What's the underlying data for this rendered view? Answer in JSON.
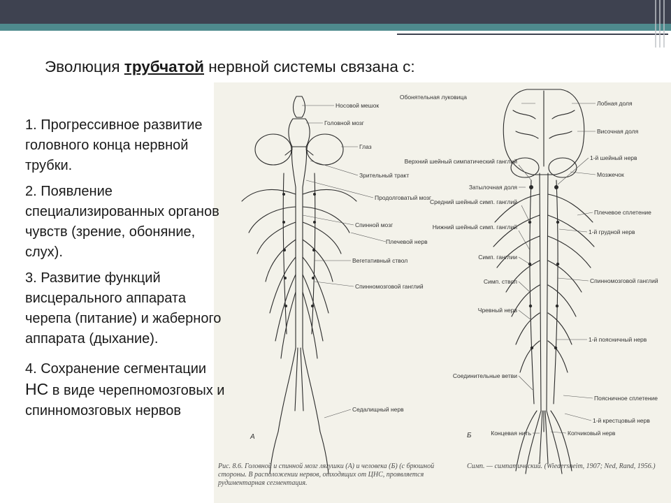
{
  "slide": {
    "title_prefix": "Эволюция ",
    "title_bold": "трубчатой",
    "title_suffix": " нервной системы связана с:"
  },
  "list": [
    {
      "text": "1. Прогрессивное развитие головного конца нервной трубки."
    },
    {
      "text": "2. Появление специализированных органов чувств (зрение, обоняние, слух)."
    },
    {
      "text": "3. Развитие функций висцерального аппарата черепа (питание) и жаберного аппарата (дыхание)."
    },
    {
      "text_a": "4. Сохранение сегментации ",
      "text_big": "НС",
      "text_b": " в виде черепномозговых и спинномозговых нервов"
    }
  ],
  "figure_a": {
    "letter": "А",
    "labels": [
      "Носовой мешок",
      "Головной мозг",
      "Глаз",
      "Зрительный тракт",
      "Продолговатый мозг",
      "Спинной мозг",
      "Плечевой нерв",
      "Вегетативный ствол",
      "Спинномозговой ганглий",
      "Седалищный нерв"
    ]
  },
  "figure_b": {
    "letter": "Б",
    "labels_left": [
      "Обонятельная луковица",
      "Верхний шейный симпатический ганглий",
      "Затылочная доля",
      "Средний шейный симп. ганглий",
      "Нижний шейный симп. ганглий",
      "Симп. ганглии",
      "Симп. ствол",
      "Чревный нерв",
      "Соединительные ветви",
      "Концевая нить"
    ],
    "labels_right": [
      "Лобная доля",
      "Височная доля",
      "1-й шейный нерв",
      "Мозжечок",
      "Плечевое сплетение",
      "1-й грудной нерв",
      "Спинномозговой ганглий",
      "1-й поясничный нерв",
      "Поясничное сплетение",
      "1-й крестцовый нерв",
      "Копчиковый нерв"
    ]
  },
  "caption": {
    "left": "Рис. 8.6. Головной и спинной мозг лягушки (А) и человека (Б) (с брюшной стороны. В расположении нервов, отходящих от ЦНС, проявляется рудиментарная сегментация.",
    "right": "Симп. — симпатический. (Wiedersheim, 1907; Ned, Rand, 1956.)"
  }
}
